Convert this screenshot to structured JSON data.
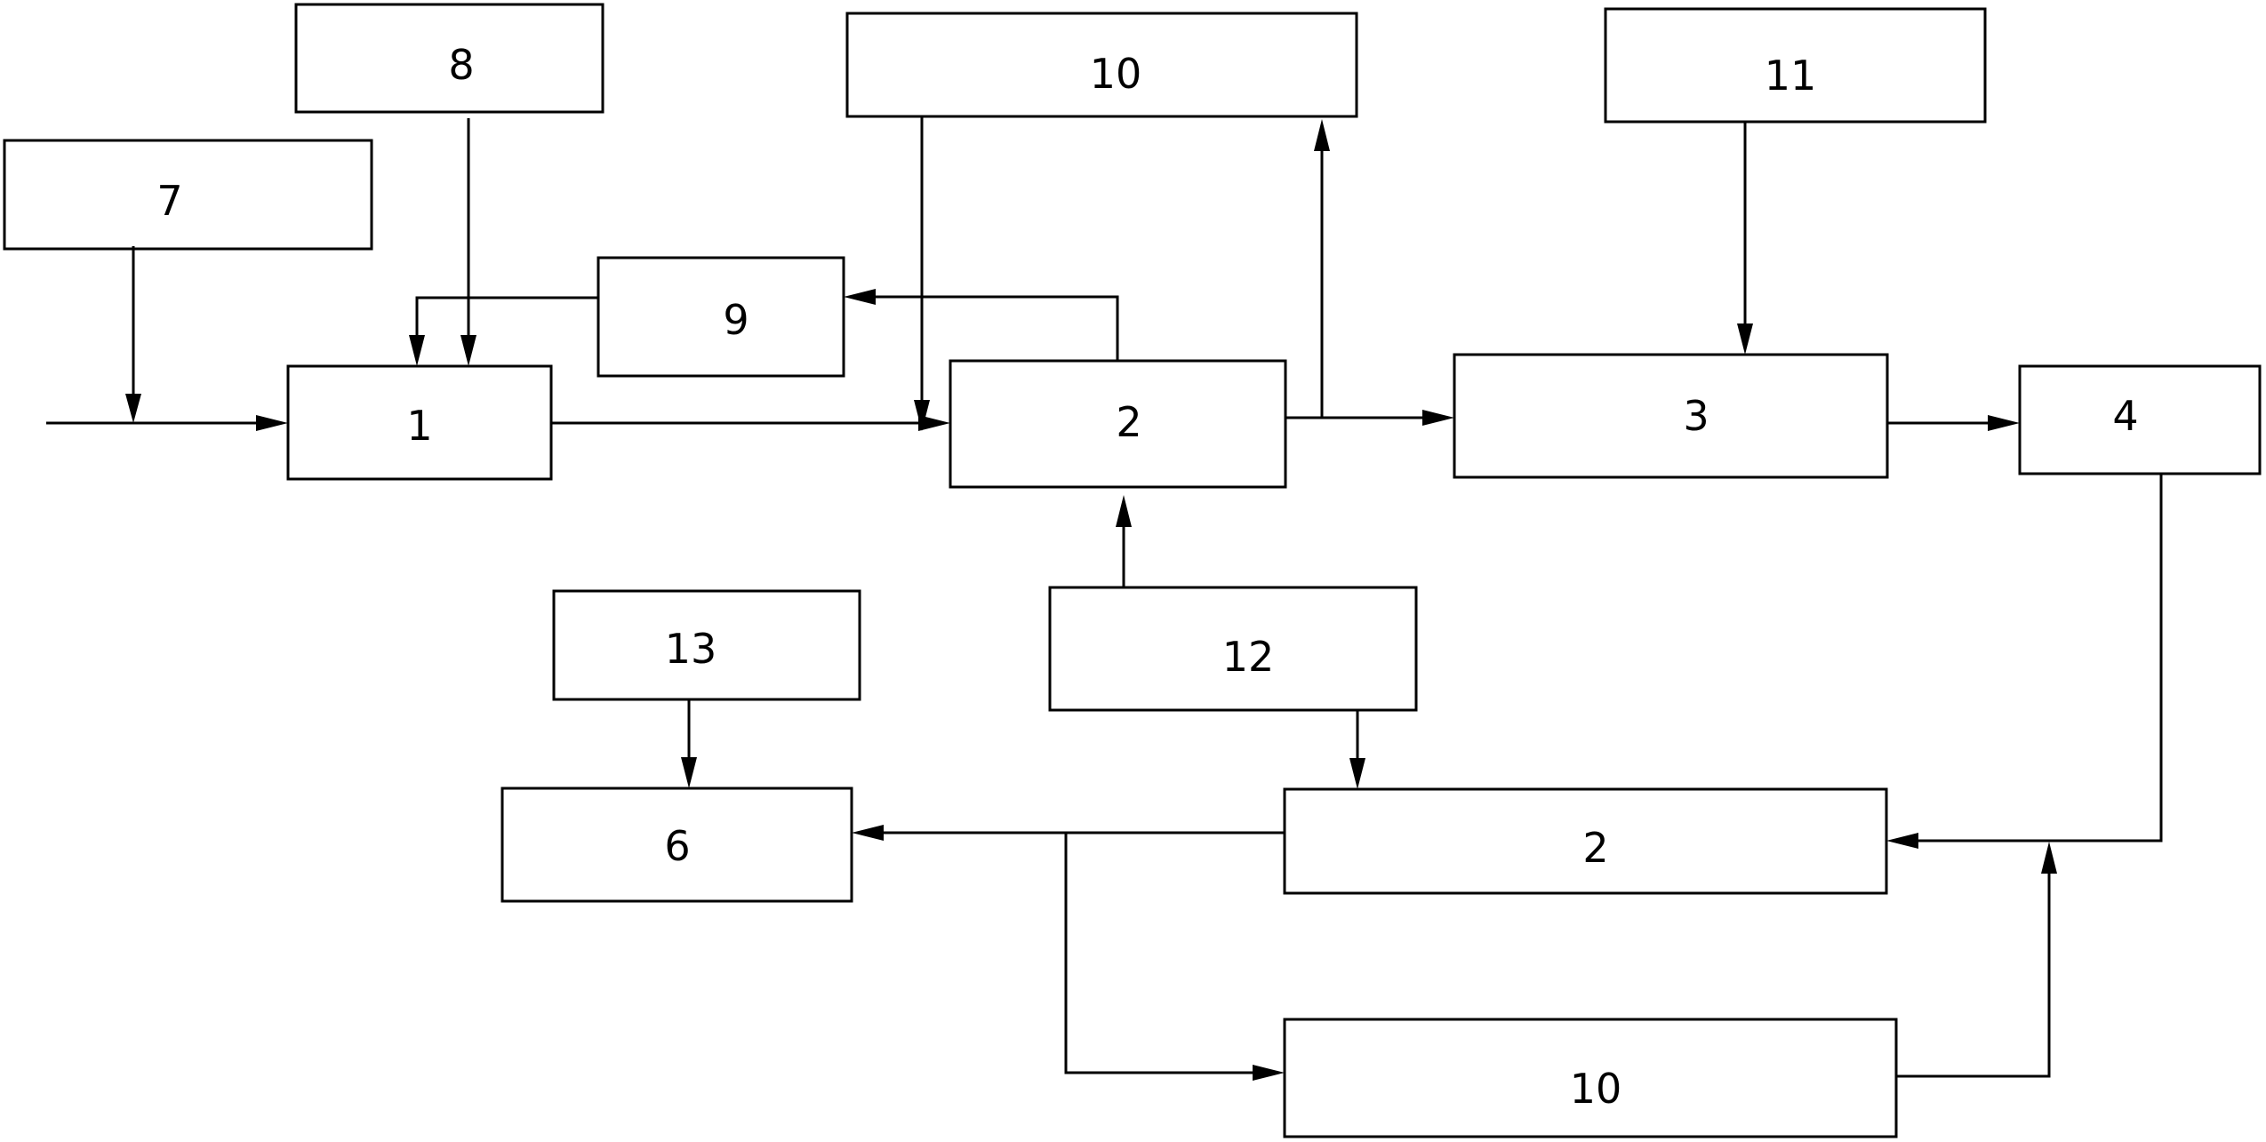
{
  "diagram": {
    "colors": {
      "stroke": "#000000",
      "background": "#ffffff"
    },
    "boxes": [
      {
        "id": "box-1",
        "label": "1"
      },
      {
        "id": "box-2-top",
        "label": "2"
      },
      {
        "id": "box-3",
        "label": "3"
      },
      {
        "id": "box-4",
        "label": "4"
      },
      {
        "id": "box-2-bottom",
        "label": "2"
      },
      {
        "id": "box-6",
        "label": "6"
      },
      {
        "id": "box-7",
        "label": "7"
      },
      {
        "id": "box-8",
        "label": "8"
      },
      {
        "id": "box-9",
        "label": "9"
      },
      {
        "id": "box-10-top",
        "label": "10"
      },
      {
        "id": "box-10-bottom",
        "label": "10"
      },
      {
        "id": "box-11",
        "label": "11"
      },
      {
        "id": "box-12",
        "label": "12"
      },
      {
        "id": "box-13",
        "label": "13"
      }
    ],
    "connections": [
      {
        "id": "input-to-1",
        "from": "input",
        "to": "box-1"
      },
      {
        "id": "7-to-input",
        "from": "box-7",
        "to": "input-line"
      },
      {
        "id": "8-to-1",
        "from": "box-8",
        "to": "box-1"
      },
      {
        "id": "9-to-1",
        "from": "box-9",
        "to": "box-1"
      },
      {
        "id": "1-to-2",
        "from": "box-1",
        "to": "box-2-top"
      },
      {
        "id": "2-to-9",
        "from": "box-2-top",
        "to": "box-9"
      },
      {
        "id": "10-to-2",
        "from": "box-10-top",
        "to": "box-2-top"
      },
      {
        "id": "2-to-10",
        "from": "box-2-top",
        "to": "box-10-top"
      },
      {
        "id": "2-to-3",
        "from": "box-2-top",
        "to": "box-3"
      },
      {
        "id": "11-to-3",
        "from": "box-11",
        "to": "box-3"
      },
      {
        "id": "3-to-4",
        "from": "box-3",
        "to": "box-4"
      },
      {
        "id": "12-to-2-top",
        "from": "box-12",
        "to": "box-2-top"
      },
      {
        "id": "12-to-2-bottom",
        "from": "box-12",
        "to": "box-2-bottom"
      },
      {
        "id": "4-to-2-bottom",
        "from": "box-4",
        "to": "box-2-bottom"
      },
      {
        "id": "2-bottom-to-6",
        "from": "box-2-bottom",
        "to": "box-6"
      },
      {
        "id": "13-to-6",
        "from": "box-13",
        "to": "box-6"
      },
      {
        "id": "2-bottom-to-10-bottom",
        "from": "box-2-bottom",
        "to": "box-10-bottom"
      },
      {
        "id": "10-bottom-to-junction",
        "from": "box-10-bottom",
        "to": "4-to-2-bottom"
      }
    ]
  }
}
